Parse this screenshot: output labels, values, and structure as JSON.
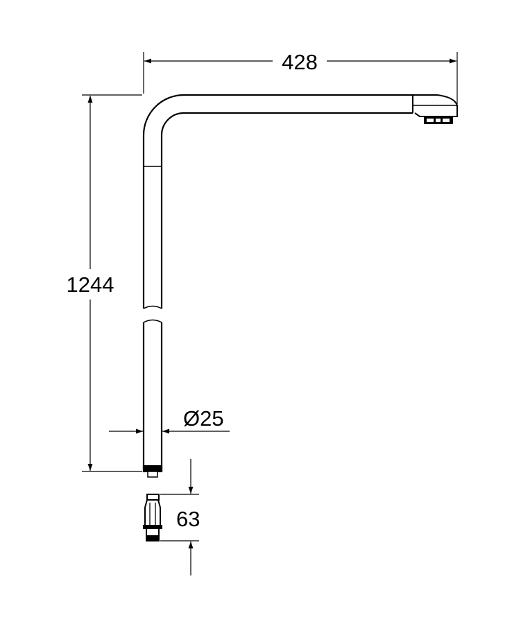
{
  "drawing": {
    "dimensions": {
      "width_label": "428",
      "height_label": "1244",
      "diameter_label": "Ø25",
      "cartridge_label": "63"
    },
    "colors": {
      "line": "#000000",
      "background": "#ffffff"
    }
  }
}
